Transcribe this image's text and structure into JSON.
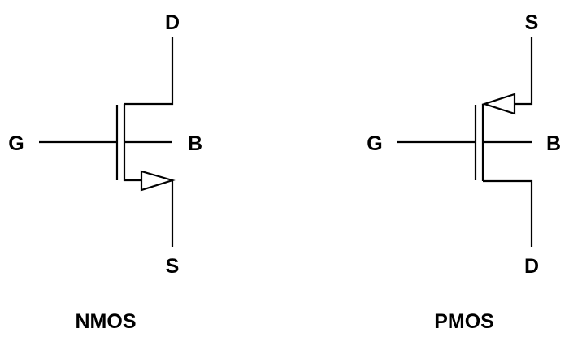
{
  "nmos": {
    "title": "NMOS",
    "terminals": {
      "drain": "D",
      "gate": "G",
      "bulk": "B",
      "source": "S"
    }
  },
  "pmos": {
    "title": "PMOS",
    "terminals": {
      "source": "S",
      "gate": "G",
      "bulk": "B",
      "drain": "D"
    }
  }
}
